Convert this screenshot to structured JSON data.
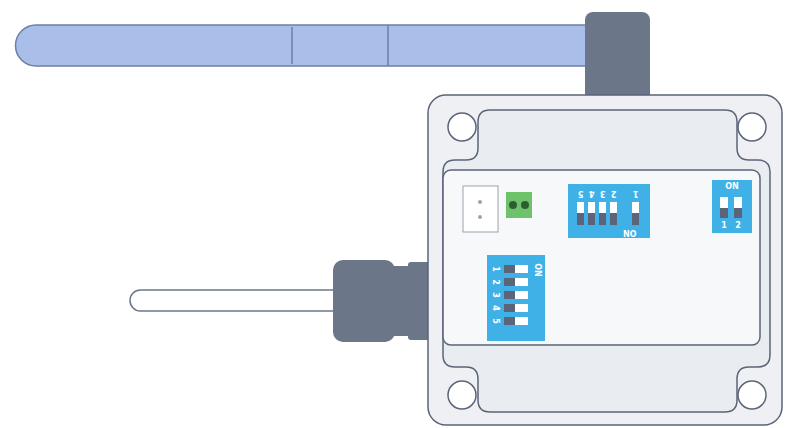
{
  "diagram": {
    "labels": [
      "5",
      "4",
      "3",
      "2",
      "1",
      "ON",
      "ON",
      "1",
      "2",
      "1",
      "2",
      "3",
      "4",
      "5",
      "ON"
    ]
  }
}
